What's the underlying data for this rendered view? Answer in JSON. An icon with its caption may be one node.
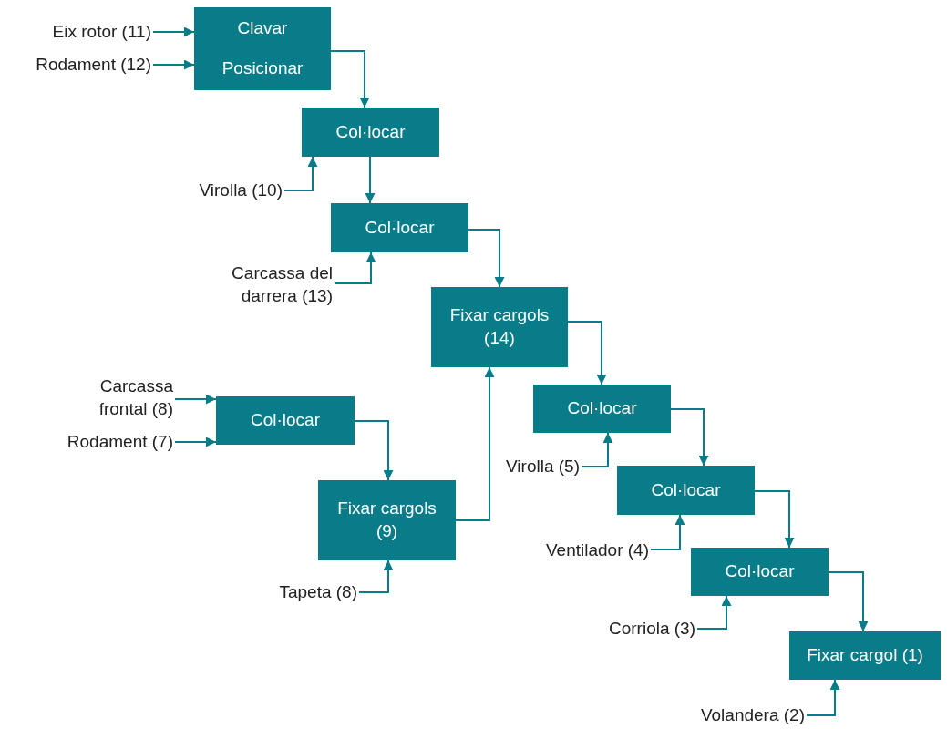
{
  "diagram": {
    "nodes": [
      {
        "text": [
          "Clavar",
          "Posicionar"
        ]
      },
      {
        "text": [
          "Eix rotor (11)"
        ]
      },
      {
        "text": [
          "Rodament (12)"
        ]
      },
      {
        "text": [
          "Col·locar"
        ]
      },
      {
        "text": [
          "Virolla (10)"
        ]
      },
      {
        "text": [
          "Col·locar"
        ]
      },
      {
        "text": [
          "Carcassa del darrera (13)"
        ]
      },
      {
        "text": [
          "Fixar cargols (14)"
        ]
      },
      {
        "text": [
          "Carcassa frontal (8)"
        ]
      },
      {
        "text": [
          "Rodament (7)"
        ]
      },
      {
        "text": [
          "Col·locar"
        ]
      },
      {
        "text": [
          "Fixar cargols (9)"
        ]
      },
      {
        "text": [
          "Tapeta (8)"
        ]
      },
      {
        "text": [
          "Col·locar"
        ]
      },
      {
        "text": [
          "Virolla (5)"
        ]
      },
      {
        "text": [
          "Col·locar"
        ]
      },
      {
        "text": [
          "Ventilador (4)"
        ]
      },
      {
        "text": [
          "Col·locar"
        ]
      },
      {
        "text": [
          "Corriola (3)"
        ]
      },
      {
        "text": [
          "Fixar cargol (1)"
        ]
      },
      {
        "text": [
          "Volandera (2)"
        ]
      }
    ],
    "edges": [
      {
        "from": 1,
        "to": 0,
        "arrow": "to"
      },
      {
        "from": 2,
        "to": 0,
        "arrow": "to"
      },
      {
        "from": 0,
        "to": 3,
        "arrow": "to"
      },
      {
        "from": 4,
        "to": 3,
        "arrow": "to"
      },
      {
        "from": 3,
        "to": 5,
        "arrow": "to"
      },
      {
        "from": 6,
        "to": 5,
        "arrow": "to"
      },
      {
        "from": 5,
        "to": 7,
        "arrow": "to"
      },
      {
        "from": 8,
        "to": 10,
        "arrow": "to"
      },
      {
        "from": 9,
        "to": 10,
        "arrow": "to"
      },
      {
        "from": 10,
        "to": 11,
        "arrow": "to"
      },
      {
        "from": 12,
        "to": 11,
        "arrow": "to"
      },
      {
        "from": 11,
        "to": 7,
        "arrow": "to"
      },
      {
        "from": 7,
        "to": 13,
        "arrow": "to"
      },
      {
        "from": 14,
        "to": 13,
        "arrow": "to"
      },
      {
        "from": 13,
        "to": 15,
        "arrow": "to"
      },
      {
        "from": 16,
        "to": 15,
        "arrow": "to"
      },
      {
        "from": 15,
        "to": 17,
        "arrow": "to"
      },
      {
        "from": 18,
        "to": 17,
        "arrow": "to"
      },
      {
        "from": 17,
        "to": 19,
        "arrow": "to"
      },
      {
        "from": 20,
        "to": 19,
        "arrow": "to"
      }
    ]
  }
}
